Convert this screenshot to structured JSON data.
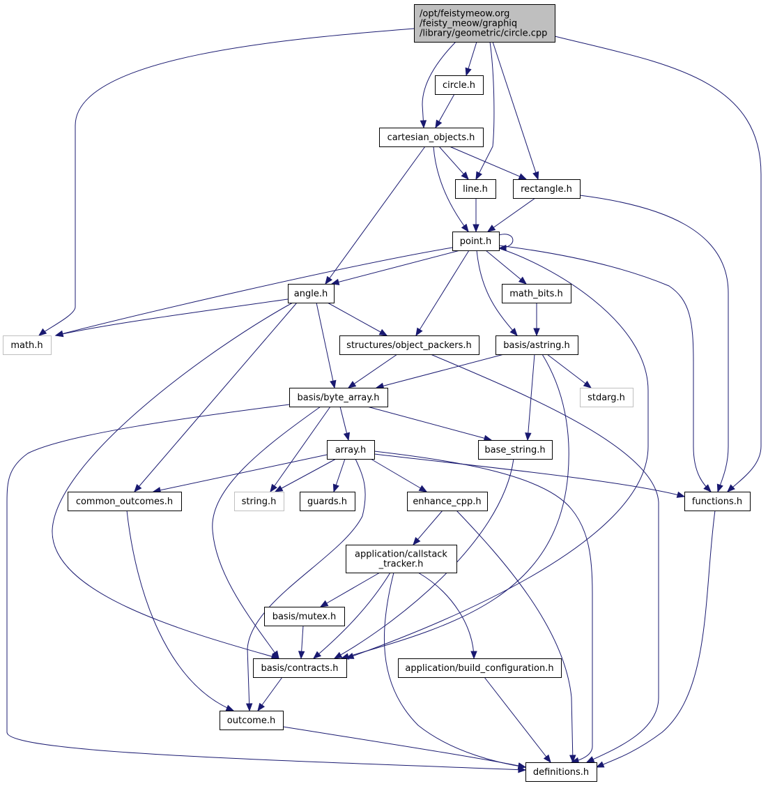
{
  "title": "Include dependency graph for circle.cpp",
  "edge_color": "#191970",
  "node_fill": "#ffffff",
  "root_fill": "#bfbfbf",
  "external_border": "#bfbfbf",
  "nodes": [
    {
      "id": "circle_cpp",
      "label": [
        "/opt/feistymeow.org",
        "/feisty_meow/graphiq",
        "/library/geometric/circle.cpp"
      ],
      "kind": "root"
    },
    {
      "id": "circle_h",
      "label": [
        "circle.h"
      ],
      "kind": "normal"
    },
    {
      "id": "cartesian_objects_h",
      "label": [
        "cartesian_objects.h"
      ],
      "kind": "normal"
    },
    {
      "id": "line_h",
      "label": [
        "line.h"
      ],
      "kind": "normal"
    },
    {
      "id": "rectangle_h",
      "label": [
        "rectangle.h"
      ],
      "kind": "normal"
    },
    {
      "id": "point_h",
      "label": [
        "point.h"
      ],
      "kind": "normal"
    },
    {
      "id": "angle_h",
      "label": [
        "angle.h"
      ],
      "kind": "normal"
    },
    {
      "id": "math_bits_h",
      "label": [
        "math_bits.h"
      ],
      "kind": "normal"
    },
    {
      "id": "math_h",
      "label": [
        "math.h"
      ],
      "kind": "external"
    },
    {
      "id": "object_packers_h",
      "label": [
        "structures/object_packers.h"
      ],
      "kind": "normal"
    },
    {
      "id": "astring_h",
      "label": [
        "basis/astring.h"
      ],
      "kind": "normal"
    },
    {
      "id": "stdarg_h",
      "label": [
        "stdarg.h"
      ],
      "kind": "external"
    },
    {
      "id": "byte_array_h",
      "label": [
        "basis/byte_array.h"
      ],
      "kind": "normal"
    },
    {
      "id": "array_h",
      "label": [
        "array.h"
      ],
      "kind": "normal"
    },
    {
      "id": "base_string_h",
      "label": [
        "base_string.h"
      ],
      "kind": "normal"
    },
    {
      "id": "common_outcomes_h",
      "label": [
        "common_outcomes.h"
      ],
      "kind": "normal"
    },
    {
      "id": "string_h",
      "label": [
        "string.h"
      ],
      "kind": "external"
    },
    {
      "id": "guards_h",
      "label": [
        "guards.h"
      ],
      "kind": "normal"
    },
    {
      "id": "enhance_cpp_h",
      "label": [
        "enhance_cpp.h"
      ],
      "kind": "normal"
    },
    {
      "id": "functions_h",
      "label": [
        "functions.h"
      ],
      "kind": "normal"
    },
    {
      "id": "callstack_tracker_h",
      "label": [
        "application/callstack",
        "_tracker.h"
      ],
      "kind": "normal"
    },
    {
      "id": "mutex_h",
      "label": [
        "basis/mutex.h"
      ],
      "kind": "normal"
    },
    {
      "id": "contracts_h",
      "label": [
        "basis/contracts.h"
      ],
      "kind": "normal"
    },
    {
      "id": "build_configuration_h",
      "label": [
        "application/build_configuration.h"
      ],
      "kind": "normal"
    },
    {
      "id": "outcome_h",
      "label": [
        "outcome.h"
      ],
      "kind": "normal"
    },
    {
      "id": "definitions_h",
      "label": [
        "definitions.h"
      ],
      "kind": "normal"
    }
  ],
  "edges": [
    {
      "from": "circle_cpp",
      "to": "math_h"
    },
    {
      "from": "circle_cpp",
      "to": "cartesian_objects_h"
    },
    {
      "from": "circle_cpp",
      "to": "circle_h"
    },
    {
      "from": "circle_cpp",
      "to": "line_h"
    },
    {
      "from": "circle_cpp",
      "to": "rectangle_h"
    },
    {
      "from": "circle_cpp",
      "to": "functions_h"
    },
    {
      "from": "circle_h",
      "to": "cartesian_objects_h"
    },
    {
      "from": "cartesian_objects_h",
      "to": "angle_h"
    },
    {
      "from": "cartesian_objects_h",
      "to": "point_h"
    },
    {
      "from": "cartesian_objects_h",
      "to": "line_h"
    },
    {
      "from": "cartesian_objects_h",
      "to": "rectangle_h"
    },
    {
      "from": "line_h",
      "to": "point_h"
    },
    {
      "from": "rectangle_h",
      "to": "point_h"
    },
    {
      "from": "rectangle_h",
      "to": "functions_h"
    },
    {
      "from": "point_h",
      "to": "point_h"
    },
    {
      "from": "point_h",
      "to": "math_h"
    },
    {
      "from": "point_h",
      "to": "angle_h"
    },
    {
      "from": "point_h",
      "to": "object_packers_h"
    },
    {
      "from": "point_h",
      "to": "math_bits_h"
    },
    {
      "from": "point_h",
      "to": "astring_h"
    },
    {
      "from": "point_h",
      "to": "contracts_h"
    },
    {
      "from": "point_h",
      "to": "functions_h"
    },
    {
      "from": "angle_h",
      "to": "math_h"
    },
    {
      "from": "angle_h",
      "to": "object_packers_h"
    },
    {
      "from": "angle_h",
      "to": "byte_array_h"
    },
    {
      "from": "angle_h",
      "to": "common_outcomes_h"
    },
    {
      "from": "angle_h",
      "to": "contracts_h"
    },
    {
      "from": "math_bits_h",
      "to": "astring_h"
    },
    {
      "from": "object_packers_h",
      "to": "byte_array_h"
    },
    {
      "from": "object_packers_h",
      "to": "definitions_h"
    },
    {
      "from": "astring_h",
      "to": "byte_array_h"
    },
    {
      "from": "astring_h",
      "to": "stdarg_h"
    },
    {
      "from": "astring_h",
      "to": "base_string_h"
    },
    {
      "from": "astring_h",
      "to": "contracts_h"
    },
    {
      "from": "byte_array_h",
      "to": "array_h"
    },
    {
      "from": "byte_array_h",
      "to": "base_string_h"
    },
    {
      "from": "byte_array_h",
      "to": "string_h"
    },
    {
      "from": "byte_array_h",
      "to": "contracts_h"
    },
    {
      "from": "byte_array_h",
      "to": "definitions_h"
    },
    {
      "from": "array_h",
      "to": "common_outcomes_h"
    },
    {
      "from": "array_h",
      "to": "string_h"
    },
    {
      "from": "array_h",
      "to": "guards_h"
    },
    {
      "from": "array_h",
      "to": "enhance_cpp_h"
    },
    {
      "from": "array_h",
      "to": "functions_h"
    },
    {
      "from": "array_h",
      "to": "outcome_h"
    },
    {
      "from": "array_h",
      "to": "definitions_h"
    },
    {
      "from": "base_string_h",
      "to": "contracts_h"
    },
    {
      "from": "common_outcomes_h",
      "to": "outcome_h"
    },
    {
      "from": "enhance_cpp_h",
      "to": "callstack_tracker_h"
    },
    {
      "from": "enhance_cpp_h",
      "to": "definitions_h"
    },
    {
      "from": "functions_h",
      "to": "definitions_h"
    },
    {
      "from": "callstack_tracker_h",
      "to": "mutex_h"
    },
    {
      "from": "callstack_tracker_h",
      "to": "contracts_h"
    },
    {
      "from": "callstack_tracker_h",
      "to": "build_configuration_h"
    },
    {
      "from": "callstack_tracker_h",
      "to": "definitions_h"
    },
    {
      "from": "mutex_h",
      "to": "contracts_h"
    },
    {
      "from": "contracts_h",
      "to": "outcome_h"
    },
    {
      "from": "build_configuration_h",
      "to": "definitions_h"
    },
    {
      "from": "outcome_h",
      "to": "definitions_h"
    }
  ]
}
